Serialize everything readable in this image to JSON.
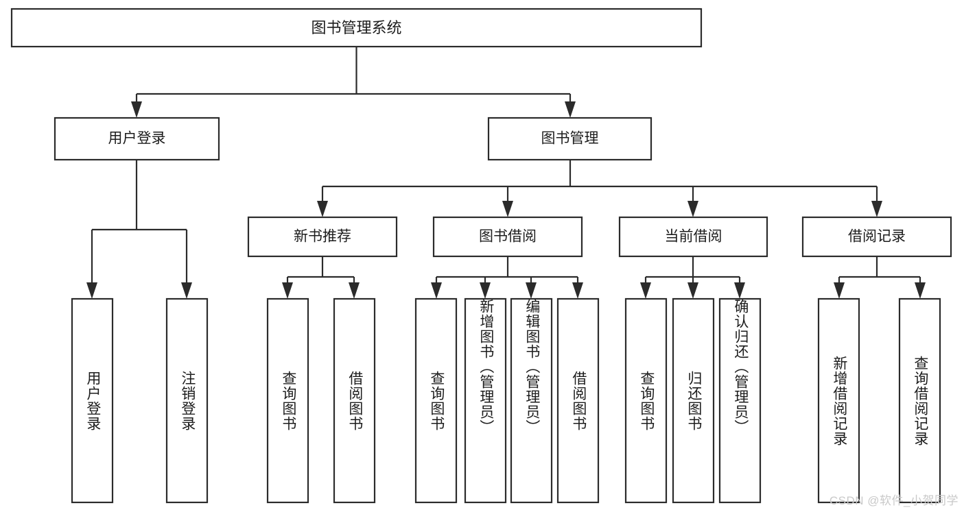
{
  "diagram": {
    "type": "tree-hierarchy",
    "orientation": "top-down",
    "root": {
      "id": "root",
      "label": "图书管理系统"
    },
    "level1": [
      {
        "id": "user-login",
        "label": "用户登录"
      },
      {
        "id": "book-manage",
        "label": "图书管理"
      }
    ],
    "level2": [
      {
        "id": "new-book-rec",
        "label": "新书推荐",
        "parent": "book-manage"
      },
      {
        "id": "book-borrow",
        "label": "图书借阅",
        "parent": "book-manage"
      },
      {
        "id": "current-borrow",
        "label": "当前借阅",
        "parent": "book-manage"
      },
      {
        "id": "borrow-record",
        "label": "借阅记录",
        "parent": "book-manage"
      }
    ],
    "leaves": [
      {
        "id": "leaf-user-login",
        "label": "用户登录",
        "parent": "user-login"
      },
      {
        "id": "leaf-logout",
        "label": "注销登录",
        "parent": "user-login"
      },
      {
        "id": "leaf-query-book-1",
        "label": "查询图书",
        "parent": "new-book-rec"
      },
      {
        "id": "leaf-borrow-book-1",
        "label": "借阅图书",
        "parent": "new-book-rec"
      },
      {
        "id": "leaf-query-book-2",
        "label": "查询图书",
        "parent": "book-borrow"
      },
      {
        "id": "leaf-add-book",
        "label": "新增图书（管理员）",
        "parent": "book-borrow"
      },
      {
        "id": "leaf-edit-book",
        "label": "编辑图书（管理员）",
        "parent": "book-borrow"
      },
      {
        "id": "leaf-borrow-book-2",
        "label": "借阅图书",
        "parent": "book-borrow"
      },
      {
        "id": "leaf-query-book-3",
        "label": "查询图书",
        "parent": "current-borrow"
      },
      {
        "id": "leaf-return-book",
        "label": "归还图书",
        "parent": "current-borrow"
      },
      {
        "id": "leaf-confirm-return",
        "label": "确认归还（管理员）",
        "parent": "current-borrow"
      },
      {
        "id": "leaf-add-record",
        "label": "新增借阅记录",
        "parent": "borrow-record"
      },
      {
        "id": "leaf-query-record",
        "label": "查询借阅记录",
        "parent": "borrow-record"
      }
    ]
  },
  "watermark": {
    "text": "CSDN @软件_小贺同学"
  },
  "colors": {
    "stroke": "#2b2b2b",
    "box_fill": "#ffffff",
    "text": "#1c1c1c",
    "background": "#ffffff",
    "watermark": "#c9c9c9"
  }
}
